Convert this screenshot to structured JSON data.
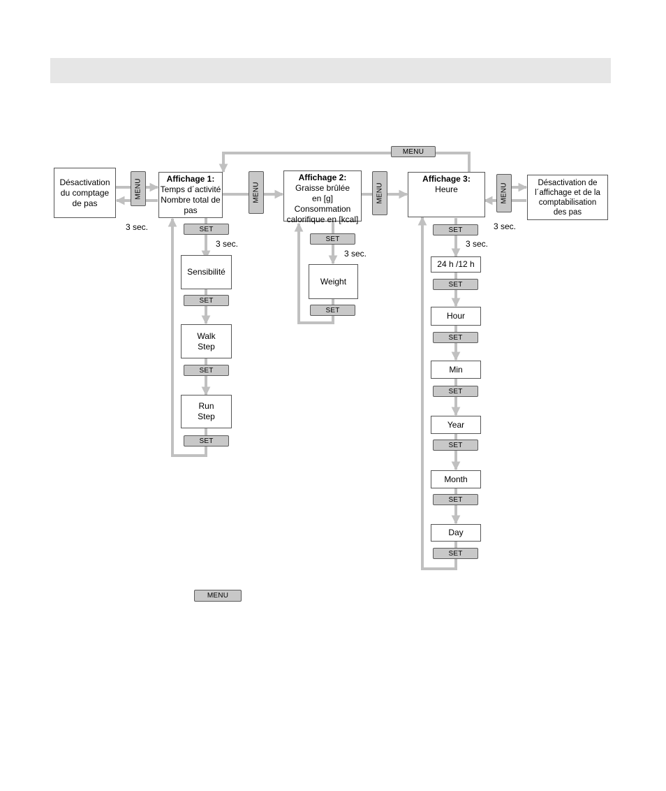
{
  "nodes": {
    "deact_count": [
      "Désactivation",
      "du comptage",
      "de pas"
    ],
    "display1": {
      "title": "Affichage 1:",
      "lines": [
        "Temps d´activité",
        "Nombre total de",
        "pas"
      ]
    },
    "display2": {
      "title": "Affichage 2:",
      "lines": [
        "Graisse brûlée",
        "en [g]",
        "Consommation",
        "calorifique en [kcal]"
      ]
    },
    "display3": {
      "title": "Affichage 3:",
      "lines": [
        "Heure"
      ]
    },
    "deact_display": [
      "Désactivation  de",
      "l´affichage  et de la",
      "comptabilisation",
      "des pas"
    ],
    "sensibilite": "Sensibilité",
    "walk_step": [
      "Walk",
      "Step"
    ],
    "run_step": [
      "Run",
      "Step"
    ],
    "weight": "Weight",
    "format": "24 h /12 h",
    "hour": "Hour",
    "min": "Min",
    "year": "Year",
    "month": "Month",
    "day": "Day"
  },
  "buttons": {
    "menu": "MENU",
    "set": "SET"
  },
  "labels": {
    "hold": "3 sec."
  },
  "colors": {
    "arrow": "#c0c0c0",
    "button_fill": "#c8c8c8",
    "banner": "#e6e6e6",
    "box_border": "#555555"
  }
}
